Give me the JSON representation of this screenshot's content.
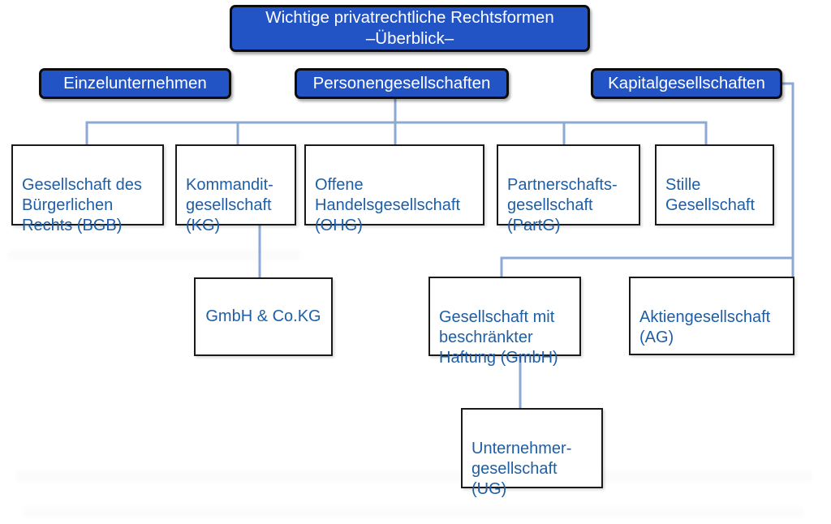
{
  "colors": {
    "background": "#ffffff",
    "header_fill": "#2254c6",
    "header_border": "#0c0c0c",
    "header_text": "#ffffff",
    "box_fill": "#ffffff",
    "box_border": "#1a1a1a",
    "box_text": "#1e5ea6",
    "connector": "#8ca8d4"
  },
  "title": {
    "label": "Wichtige privatrechtliche Rechtsformen\n–Überblick–"
  },
  "categories": {
    "einzelunternehmen": {
      "label": "Einzelunternehmen"
    },
    "personengesellschaften": {
      "label": "Personengesellschaften"
    },
    "kapitalgesellschaften": {
      "label": "Kapitalgesellschaften"
    }
  },
  "nodes": {
    "gbr": {
      "label": "Gesellschaft des\nBürgerlichen\nRechts (BGB)"
    },
    "kg": {
      "label": "Kommandit-\ngesellschaft\n(KG)"
    },
    "ohg": {
      "label": "Offene\nHandelsgesellschaft\n(OHG)"
    },
    "partg": {
      "label": "Partnerschafts-\ngesellschaft\n(PartG)"
    },
    "stille": {
      "label": "Stille\nGesellschaft"
    },
    "gmbh_co_kg": {
      "label": "GmbH & Co.KG"
    },
    "gmbh": {
      "label": "Gesellschaft mit\nbeschränkter\nHaftung (GmbH)"
    },
    "ag": {
      "label": "Aktiengesellschaft\n(AG)"
    },
    "ug": {
      "label": "Unternehmer-\ngesellschaft\n(UG)"
    }
  },
  "edges": [
    {
      "from": "personengesellschaften",
      "to": "gbr"
    },
    {
      "from": "personengesellschaften",
      "to": "kg"
    },
    {
      "from": "personengesellschaften",
      "to": "ohg"
    },
    {
      "from": "personengesellschaften",
      "to": "partg"
    },
    {
      "from": "personengesellschaften",
      "to": "stille"
    },
    {
      "from": "kg",
      "to": "gmbh_co_kg"
    },
    {
      "from": "kapitalgesellschaften",
      "to": "gmbh"
    },
    {
      "from": "kapitalgesellschaften",
      "to": "ag"
    },
    {
      "from": "gmbh",
      "to": "ug"
    }
  ]
}
